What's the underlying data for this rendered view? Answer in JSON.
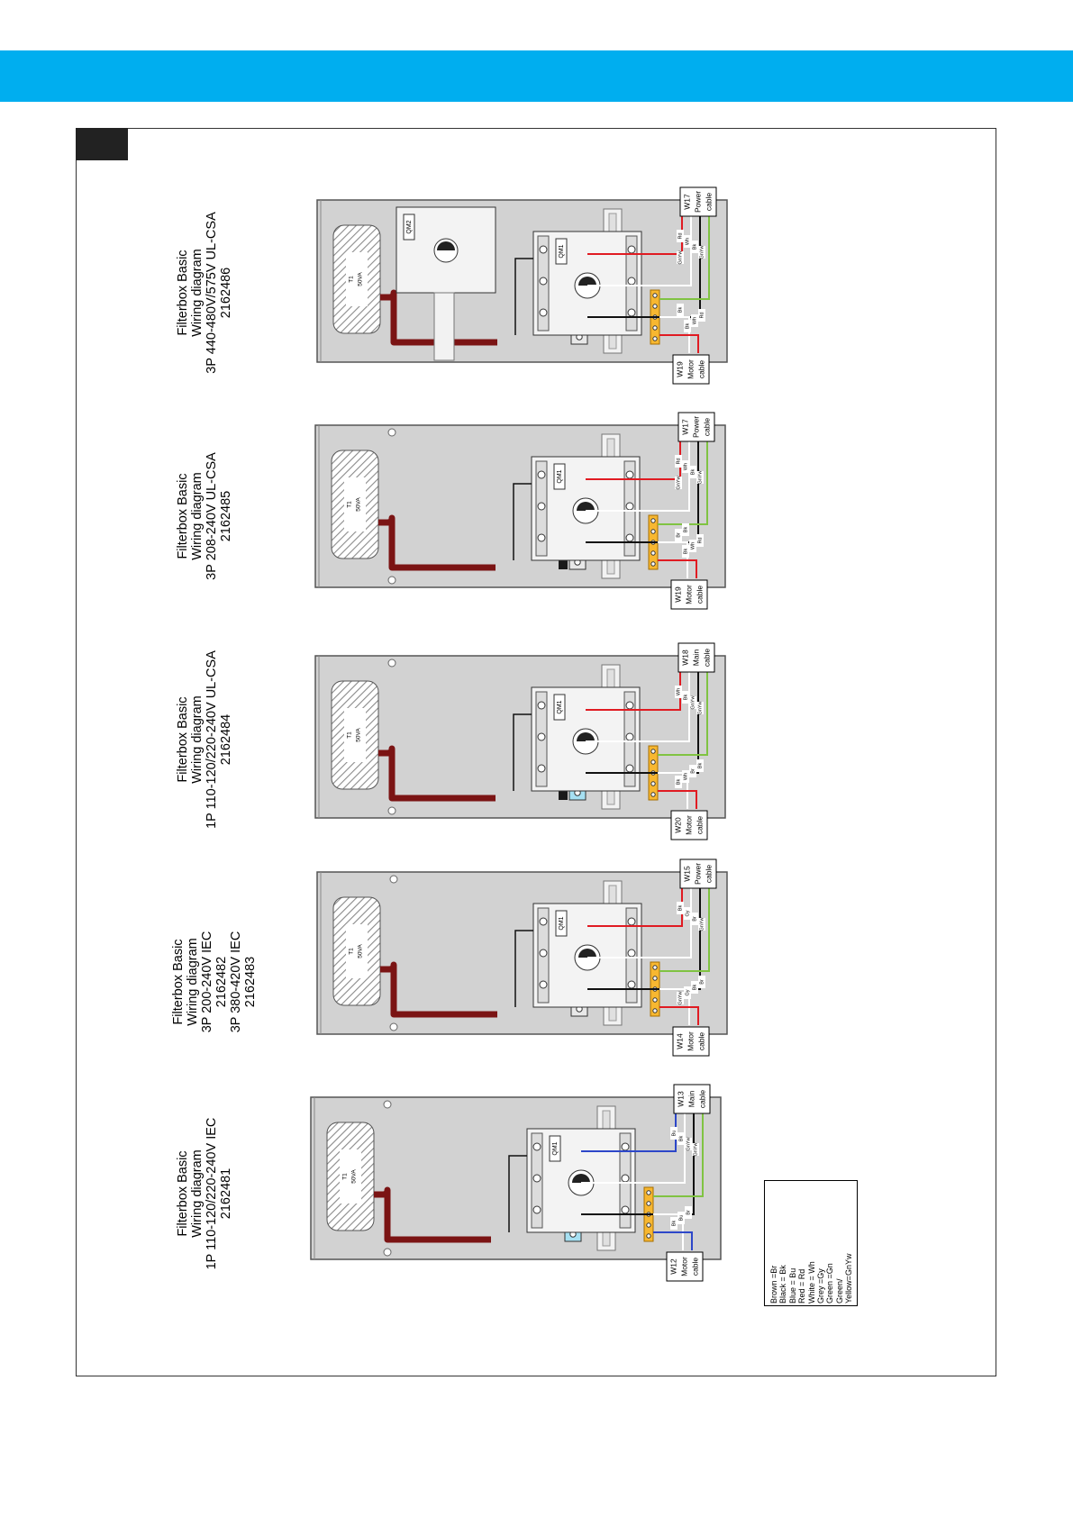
{
  "colors": {
    "band": "#00aeef",
    "panel": "#d2d2d2",
    "panel_edge": "#555555",
    "transformer": "#7b1414",
    "red": "#e01b22",
    "blue": "#2d47c9",
    "green": "#80c342",
    "yellow_rail": "#f7b731",
    "cyan_block": "#a6e0f2"
  },
  "diagrams": [
    {
      "line1": "Filterbox Basic",
      "line2": "Wiring diagram",
      "line3": "3P 440-480V/575V UL-CSA",
      "line4": "2162486",
      "line5": "",
      "t1": "T1",
      "va": "50VA",
      "breaker_main": "QM1",
      "breaker_aux": "QM2",
      "cable_top": [
        "W17",
        "Power",
        "cable"
      ],
      "cable_bottom": [
        "W19",
        "Motor",
        "cable"
      ],
      "wires": [
        "Rd",
        "Wh",
        "Bk",
        "GnYw",
        "GnYw",
        "Bk",
        "Wh",
        "Rd",
        "Bk"
      ]
    },
    {
      "line1": "Filterbox Basic",
      "line2": "Wiring diagram",
      "line3": "3P 208-240V UL-CSA",
      "line4": "2162485",
      "line5": "",
      "t1": "T1",
      "va": "50VA",
      "breaker_main": "QM1",
      "breaker_aux": "",
      "cable_top": [
        "W17",
        "Power",
        "cable"
      ],
      "cable_bottom": [
        "W19",
        "Motor",
        "cable"
      ],
      "wires": [
        "Rd",
        "Wh",
        "Bk",
        "GnYw",
        "GnYw",
        "Bk",
        "Wh",
        "Rd",
        "Br",
        "Bk"
      ]
    },
    {
      "line1": "Filterbox Basic",
      "line2": "Wiring diagram",
      "line3": "1P 110-120/220-240V UL-CSA",
      "line4": "2162484",
      "line5": "",
      "t1": "T1",
      "va": "50VA",
      "breaker_main": "QM1",
      "breaker_aux": "",
      "cable_top": [
        "W18",
        "Main",
        "cable"
      ],
      "cable_bottom": [
        "W20",
        "Motor",
        "cable"
      ],
      "wires": [
        "Wh",
        "Bk",
        "GnYw",
        "GnYw",
        "Bk",
        "Wh",
        "Br",
        "Bk"
      ]
    },
    {
      "line1": "Filterbox Basic",
      "line2": "Wiring diagram",
      "line3": "3P 200-240V IEC",
      "line4": "2162482",
      "line5": "3P 380-420V IEC",
      "line6": "2162483",
      "t1": "T1",
      "va": "50VA",
      "breaker_main": "QM1",
      "breaker_aux": "",
      "cable_top": [
        "W15",
        "Power",
        "cable"
      ],
      "cable_bottom": [
        "W14",
        "Motor",
        "cable"
      ],
      "wires": [
        "Bk",
        "Gy",
        "Br",
        "GnYw",
        "GnYw",
        "Gy",
        "Bk",
        "Br"
      ]
    },
    {
      "line1": "Filterbox Basic",
      "line2": "Wiring diagram",
      "line3": "1P 110-120/220-240V IEC",
      "line4": "2162481",
      "line5": "",
      "t1": "T1",
      "va": "50VA",
      "breaker_main": "QM1",
      "breaker_aux": "",
      "cable_top": [
        "W13",
        "Main",
        "cable"
      ],
      "cable_bottom": [
        "W12",
        "Motor",
        "cable"
      ],
      "wires": [
        "Bu",
        "Bk",
        "GnYw",
        "GnYw",
        "Bk",
        "Bu",
        "Br"
      ]
    }
  ],
  "legend": [
    "Brown =Br",
    "Black = Bk",
    "Blue = Bu",
    "Red = Rd",
    "White = Wh",
    "Grey =Gy",
    "Green =Gn",
    "Green/",
    "Yellow=GnYw"
  ]
}
